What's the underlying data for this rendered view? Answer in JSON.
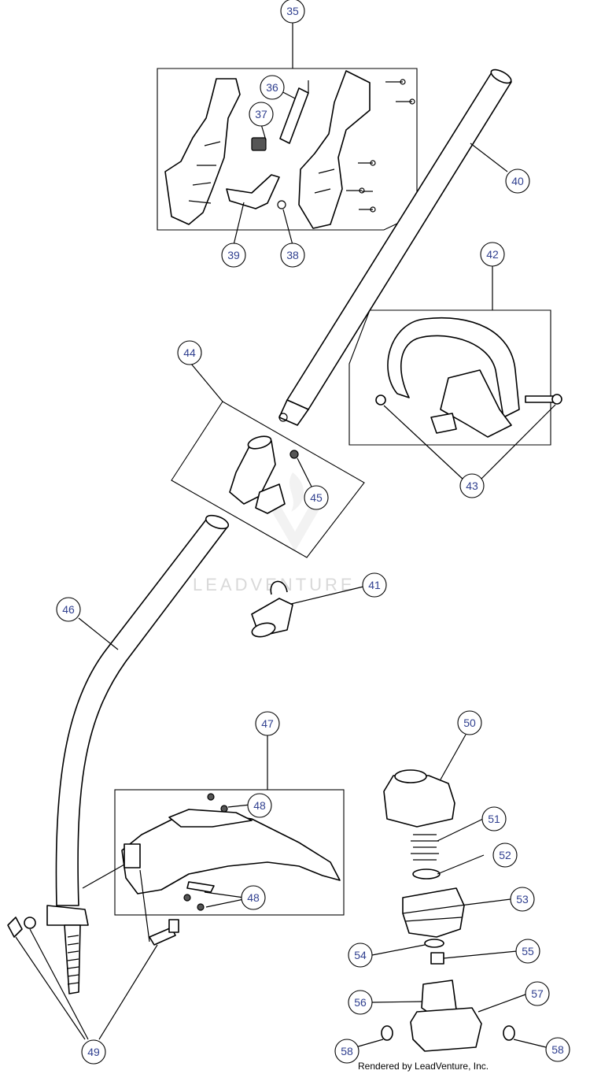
{
  "watermark": {
    "text": "LEADVENTURE"
  },
  "footer": {
    "text": "Rendered by LeadVenture, Inc."
  },
  "callouts": [
    {
      "id": "c35",
      "label": "35"
    },
    {
      "id": "c36",
      "label": "36"
    },
    {
      "id": "c37",
      "label": "37"
    },
    {
      "id": "c38",
      "label": "38"
    },
    {
      "id": "c39",
      "label": "39"
    },
    {
      "id": "c40",
      "label": "40"
    },
    {
      "id": "c41",
      "label": "41"
    },
    {
      "id": "c42",
      "label": "42"
    },
    {
      "id": "c43",
      "label": "43"
    },
    {
      "id": "c44",
      "label": "44"
    },
    {
      "id": "c45",
      "label": "45"
    },
    {
      "id": "c46",
      "label": "46"
    },
    {
      "id": "c47",
      "label": "47"
    },
    {
      "id": "c48a",
      "label": "48"
    },
    {
      "id": "c48b",
      "label": "48"
    },
    {
      "id": "c49",
      "label": "49"
    },
    {
      "id": "c50",
      "label": "50"
    },
    {
      "id": "c51",
      "label": "51"
    },
    {
      "id": "c52",
      "label": "52"
    },
    {
      "id": "c53",
      "label": "53"
    },
    {
      "id": "c54",
      "label": "54"
    },
    {
      "id": "c55",
      "label": "55"
    },
    {
      "id": "c56",
      "label": "56"
    },
    {
      "id": "c57",
      "label": "57"
    },
    {
      "id": "c58a",
      "label": "58"
    },
    {
      "id": "c58b",
      "label": "58"
    }
  ]
}
